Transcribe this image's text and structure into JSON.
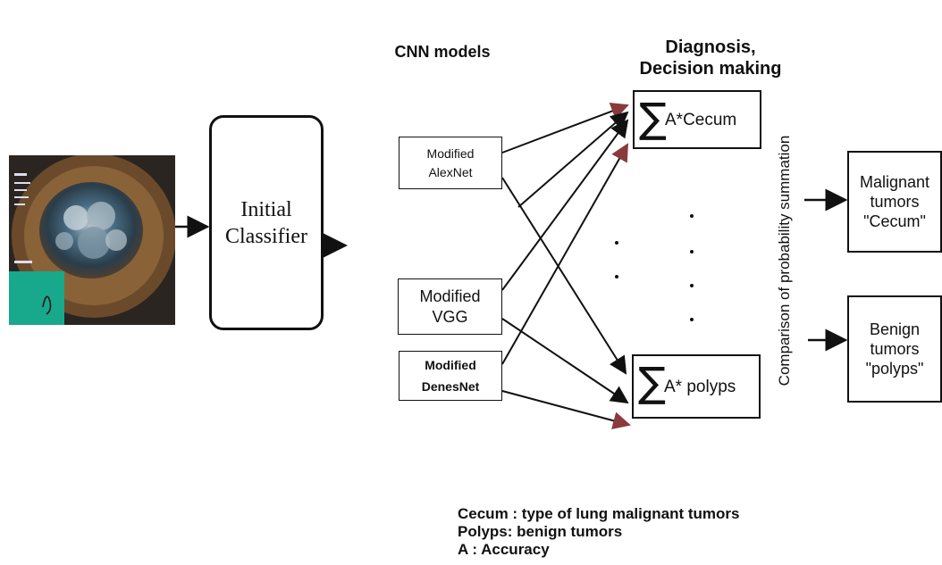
{
  "classifier_label": "Initial\nClassifier",
  "cnn_title": "CNN models",
  "decision_title": "Diagnosis,\nDecision making",
  "models": [
    "Modified\nAlexNet",
    "Modified\nVGG",
    "Modified\nDenesNet"
  ],
  "sum_boxes": {
    "sigma": "∑",
    "top": "A*Cecum",
    "bottom": "A* polyps"
  },
  "vertical_label": "Comparison of probability summation",
  "outputs": {
    "top": "Malignant\ntumors\n\"Cecum\"",
    "bottom": "Benign\ntumors\n\"polyps\""
  },
  "legend": [
    "Cecum : type of lung malignant tumors",
    "Polyps: benign tumors",
    "A : Accuracy"
  ],
  "colors": {
    "line": "#111111",
    "arrow_tip": "#8a3a3a",
    "photo_bg": "#3a3028",
    "photo_panel": "#18a88c"
  }
}
